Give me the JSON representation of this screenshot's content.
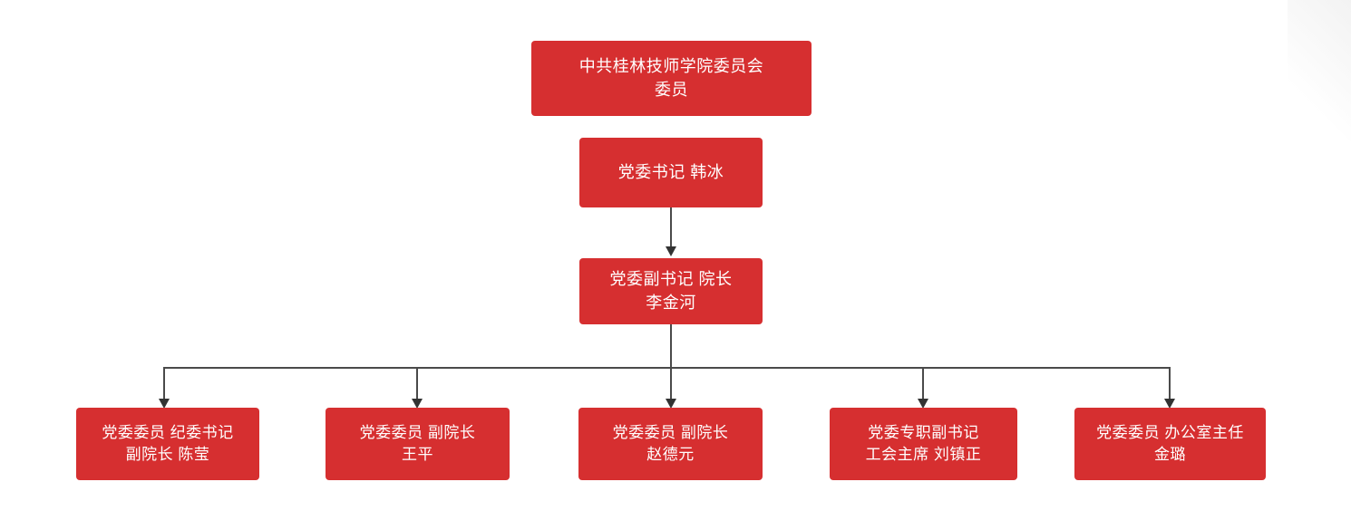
{
  "chart_data": {
    "type": "diagram",
    "subtype": "organization-chart",
    "title": "",
    "orientation": "top-down",
    "colors": {
      "node_fill": "#d62f30",
      "node_text": "#ffffff",
      "connector": "#4a4a4a",
      "arrowhead": "#333333",
      "background": "#ffffff"
    },
    "levels": [
      {
        "level": 1,
        "node_ids": [
          "root"
        ]
      },
      {
        "level": 2,
        "node_ids": [
          "party-secretary"
        ]
      },
      {
        "level": 3,
        "node_ids": [
          "deputy-secretary-president"
        ]
      },
      {
        "level": 4,
        "node_ids": [
          "member-discipline",
          "member-vp-wang",
          "member-vp-zhao",
          "full-time-deputy-secretary",
          "member-office-director"
        ]
      }
    ],
    "edges": [
      {
        "from": "party-secretary",
        "to": "deputy-secretary-president",
        "style": "arrow"
      },
      {
        "from": "deputy-secretary-president",
        "to": "member-discipline",
        "style": "arrow"
      },
      {
        "from": "deputy-secretary-president",
        "to": "member-vp-wang",
        "style": "arrow"
      },
      {
        "from": "deputy-secretary-president",
        "to": "member-vp-zhao",
        "style": "arrow"
      },
      {
        "from": "deputy-secretary-president",
        "to": "full-time-deputy-secretary",
        "style": "arrow"
      },
      {
        "from": "deputy-secretary-president",
        "to": "member-office-director",
        "style": "arrow"
      }
    ]
  },
  "nodes": {
    "root": {
      "id": "root",
      "text": "中共桂林技师学院委员会\n委员",
      "line1": "中共桂林技师学院委员会",
      "line2": "委员"
    },
    "party_secretary": {
      "id": "party-secretary",
      "text": "党委书记  韩冰",
      "title": "党委书记",
      "name": "韩冰"
    },
    "deputy_secretary_president": {
      "id": "deputy-secretary-president",
      "text": "党委副书记  院长\n李金河",
      "title": "党委副书记  院长",
      "name": "李金河"
    }
  },
  "leaf_nodes": [
    {
      "id": "member-discipline",
      "text": "党委委员 纪委书记\n副院长  陈莹",
      "title": "党委委员 纪委书记 副院长",
      "name": "陈莹"
    },
    {
      "id": "member-vp-wang",
      "text": "党委委员 副院长\n王平",
      "title": "党委委员 副院长",
      "name": "王平"
    },
    {
      "id": "member-vp-zhao",
      "text": "党委委员 副院长\n赵德元",
      "title": "党委委员 副院长",
      "name": "赵德元"
    },
    {
      "id": "full-time-deputy-secretary",
      "text": "党委专职副书记\n工会主席   刘镇正",
      "title": "党委专职副书记 工会主席",
      "name": "刘镇正"
    },
    {
      "id": "member-office-director",
      "text": "党委委员 办公室主任\n金璐",
      "title": "党委委员 办公室主任",
      "name": "金璐"
    }
  ]
}
